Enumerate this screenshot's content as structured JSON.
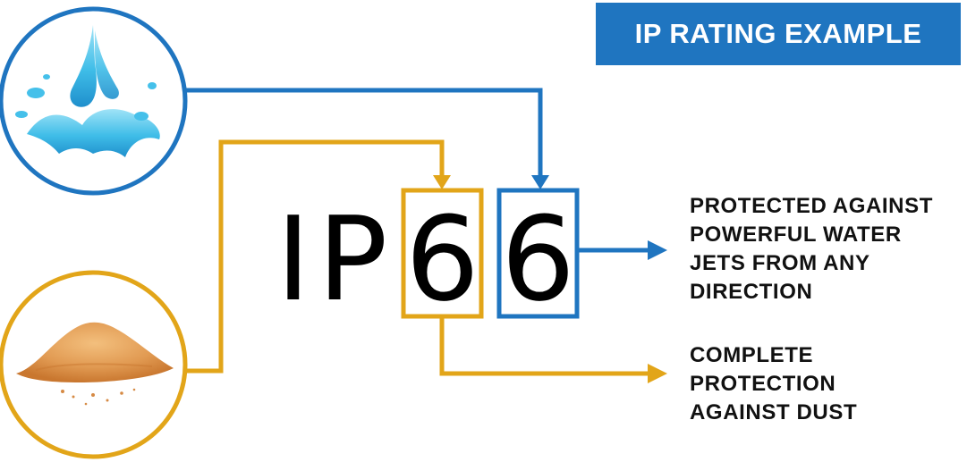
{
  "title": "IP RATING EXAMPLE",
  "code": {
    "prefix": "IP",
    "solids_digit": "6",
    "water_digit": "6"
  },
  "water_description": [
    "PROTECTED AGAINST",
    "POWERFUL WATER",
    "JETS FROM ANY",
    "DIRECTION"
  ],
  "dust_description": [
    "COMPLETE",
    "PROTECTION",
    "AGAINST DUST"
  ],
  "icons": {
    "water": "water-splash-icon",
    "dust": "sand-pile-icon"
  },
  "colors": {
    "water": "#1f75c0",
    "dust": "#e2a519",
    "banner": "#1f75c0",
    "text": "#111111"
  }
}
